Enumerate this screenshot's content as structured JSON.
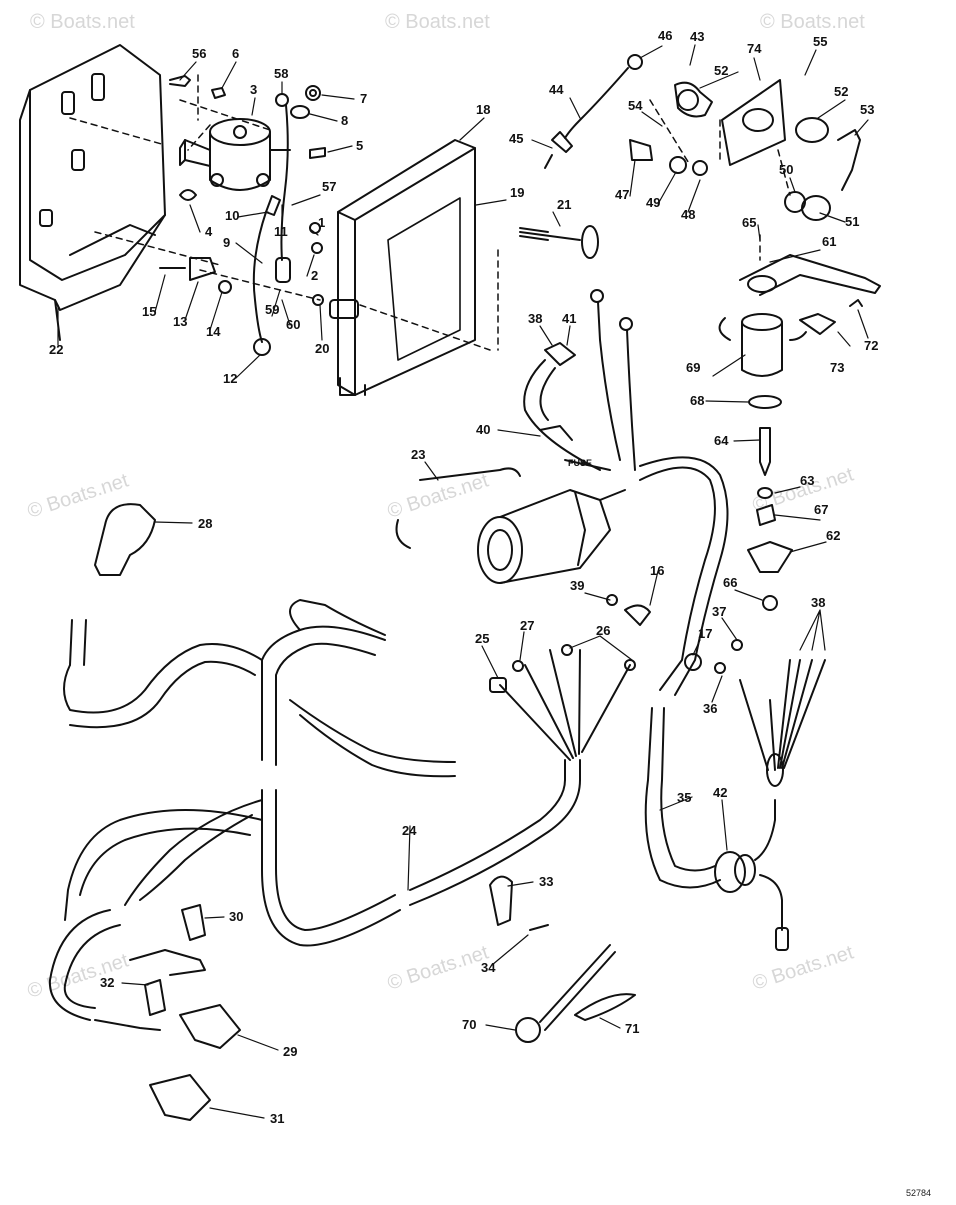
{
  "watermark": "© Boats.net",
  "drawing_code": "52784",
  "fuse_label": "FUSE",
  "labels": [
    "1",
    "2",
    "3",
    "4",
    "5",
    "6",
    "7",
    "8",
    "9",
    "10",
    "11",
    "12",
    "13",
    "14",
    "15",
    "16",
    "17",
    "18",
    "19",
    "20",
    "21",
    "22",
    "23",
    "24",
    "25",
    "26",
    "27",
    "28",
    "29",
    "30",
    "31",
    "32",
    "33",
    "34",
    "35",
    "36",
    "37",
    "38",
    "38",
    "39",
    "40",
    "41",
    "42",
    "43",
    "44",
    "45",
    "46",
    "47",
    "48",
    "49",
    "50",
    "51",
    "52",
    "52",
    "53",
    "54",
    "55",
    "56",
    "57",
    "58",
    "59",
    "60",
    "61",
    "62",
    "63",
    "64",
    "65",
    "66",
    "67",
    "68",
    "69",
    "70",
    "71",
    "72",
    "73",
    "74"
  ]
}
